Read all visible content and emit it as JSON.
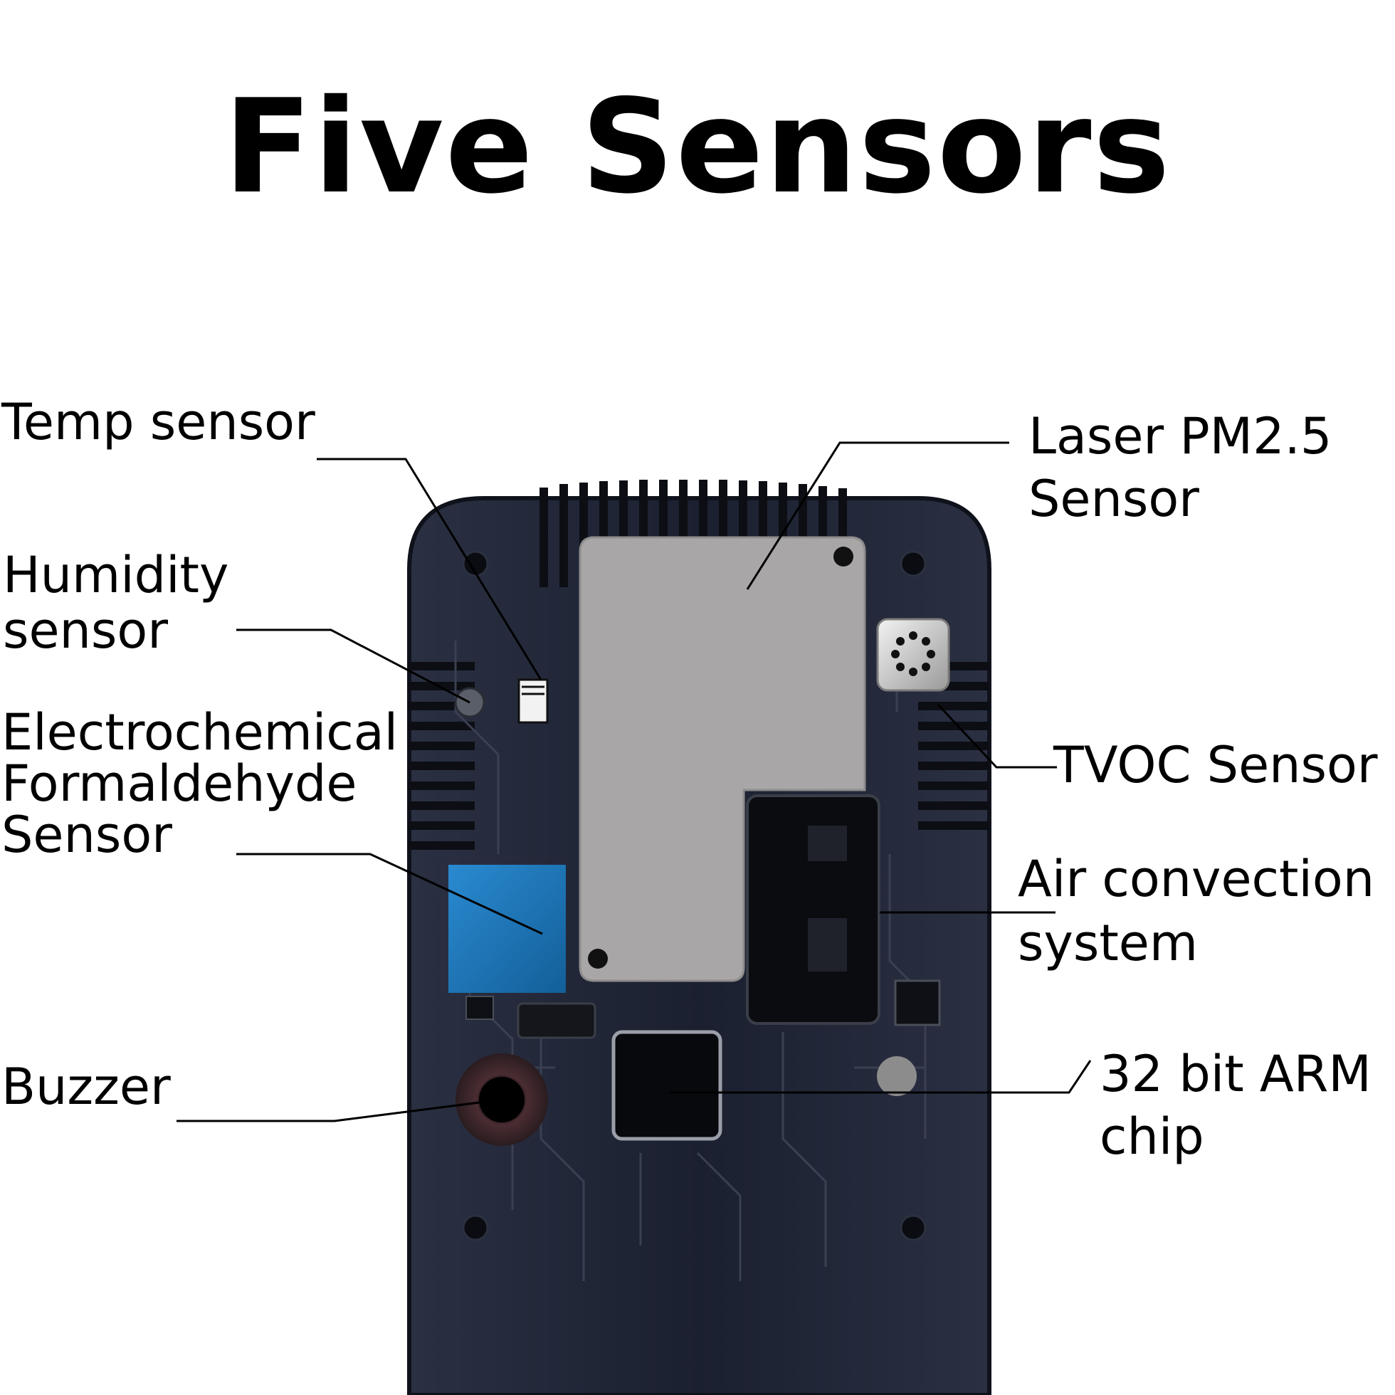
{
  "title": "Five Sensors",
  "labels": {
    "temp": [
      "Temp sensor"
    ],
    "humidity": [
      "Humidity",
      "sensor"
    ],
    "formaldehyde": [
      "Electrochemical",
      "Formaldehyde",
      "Sensor"
    ],
    "buzzer": [
      "Buzzer"
    ],
    "pm25": [
      "Laser PM2.5",
      "Sensor"
    ],
    "tvoc": [
      "TVOC Sensor"
    ],
    "air": [
      "Air convection",
      "system"
    ],
    "arm": [
      "32 bit ARM",
      "chip"
    ]
  },
  "colors": {
    "device_body": "#1f2433",
    "pm25_module": "#a8a6a6",
    "formaldehyde_sensor": "#1c78b8",
    "leader_line": "#000000"
  }
}
